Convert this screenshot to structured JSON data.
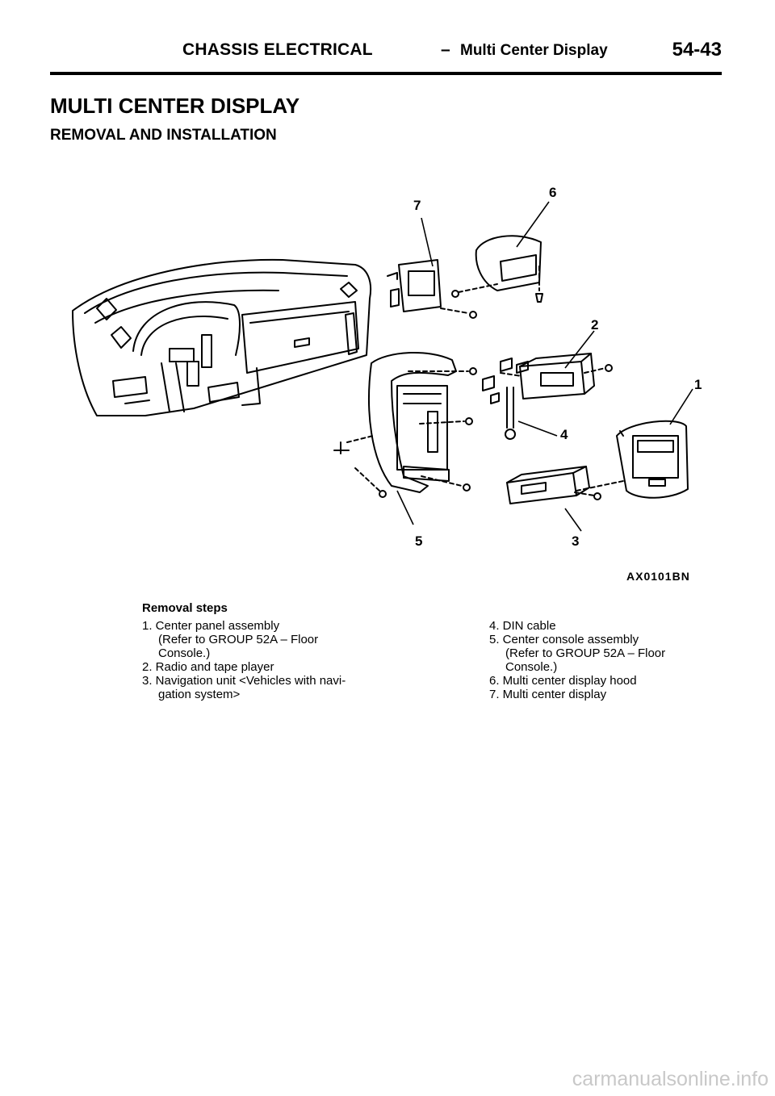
{
  "header": {
    "chapter": "CHASSIS ELECTRICAL",
    "dash": "–",
    "section": "Multi Center Display",
    "page_number": "54-43"
  },
  "title": "MULTI CENTER DISPLAY",
  "subtitle": "REMOVAL AND INSTALLATION",
  "figure": {
    "code": "AX0101BN",
    "callouts": [
      "1",
      "2",
      "3",
      "4",
      "5",
      "6",
      "7"
    ]
  },
  "removal_steps": {
    "title": "Removal steps",
    "left_column": [
      "1. Center panel assembly",
      "(Refer to GROUP 52A – Floor",
      "Console.)",
      "2. Radio and tape player",
      "3. Navigation unit <Vehicles with navi-",
      "gation system>"
    ],
    "right_column": [
      "4. DIN cable",
      "5. Center console assembly",
      "(Refer to GROUP 52A – Floor",
      "Console.)",
      "6. Multi center display hood",
      "7. Multi center display"
    ]
  },
  "watermark": "carmanualsonline.info"
}
